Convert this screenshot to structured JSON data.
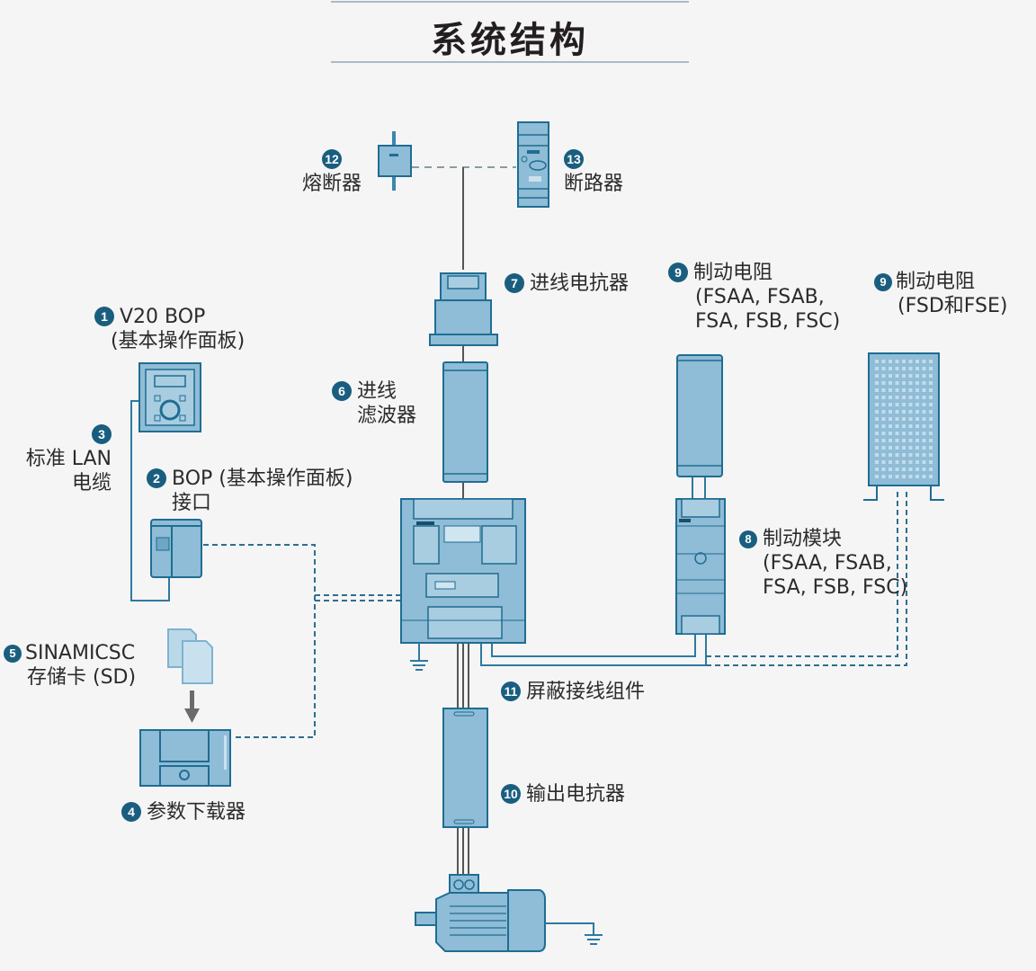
{
  "title": "系统结构",
  "colors": {
    "device_fill": "#8fbcd6",
    "device_stroke": "#1f6d92",
    "badge": "#1a5e7f",
    "wire": "#555555",
    "dashed": "#2e6f8e"
  },
  "components": [
    {
      "id": "1",
      "badge": "1",
      "lines": [
        "V20 BOP",
        "(基本操作面板)"
      ],
      "icon": "bop-panel-icon"
    },
    {
      "id": "2",
      "badge": "2",
      "lines": [
        "BOP (基本操作面板)",
        "接口"
      ],
      "icon": "bop-interface-icon"
    },
    {
      "id": "3",
      "badge": "3",
      "lines": [
        "标准 LAN",
        "电缆"
      ],
      "icon": "lan-cable-icon"
    },
    {
      "id": "4",
      "badge": "4",
      "lines": [
        "参数下载器"
      ],
      "icon": "parameter-loader-icon"
    },
    {
      "id": "5",
      "badge": "5",
      "lines": [
        "SINAMICSC",
        "存储卡 (SD)"
      ],
      "icon": "sd-card-icon"
    },
    {
      "id": "6",
      "badge": "6",
      "lines": [
        "进线",
        "滤波器"
      ],
      "icon": "line-filter-icon"
    },
    {
      "id": "7",
      "badge": "7",
      "lines": [
        "进线电抗器"
      ],
      "icon": "line-reactor-icon"
    },
    {
      "id": "8",
      "badge": "8",
      "lines": [
        "制动模块",
        "(FSAA, FSAB,",
        "FSA, FSB, FSC)"
      ],
      "icon": "braking-module-icon"
    },
    {
      "id": "9a",
      "badge": "9",
      "lines": [
        "制动电阻",
        "(FSAA, FSAB,",
        "FSA, FSB, FSC)"
      ],
      "icon": "braking-resistor-icon"
    },
    {
      "id": "9b",
      "badge": "9",
      "lines": [
        "制动电阻",
        "(FSD和FSE)"
      ],
      "icon": "braking-resistor-grid-icon"
    },
    {
      "id": "10",
      "badge": "10",
      "lines": [
        "输出电抗器"
      ],
      "icon": "output-reactor-icon"
    },
    {
      "id": "11",
      "badge": "11",
      "lines": [
        "屏蔽接线组件"
      ],
      "icon": "shield-connection-kit-icon"
    },
    {
      "id": "12",
      "badge": "12",
      "lines": [
        "熔断器"
      ],
      "icon": "fuse-icon"
    },
    {
      "id": "13",
      "badge": "13",
      "lines": [
        "断路器"
      ],
      "icon": "circuit-breaker-icon"
    }
  ]
}
